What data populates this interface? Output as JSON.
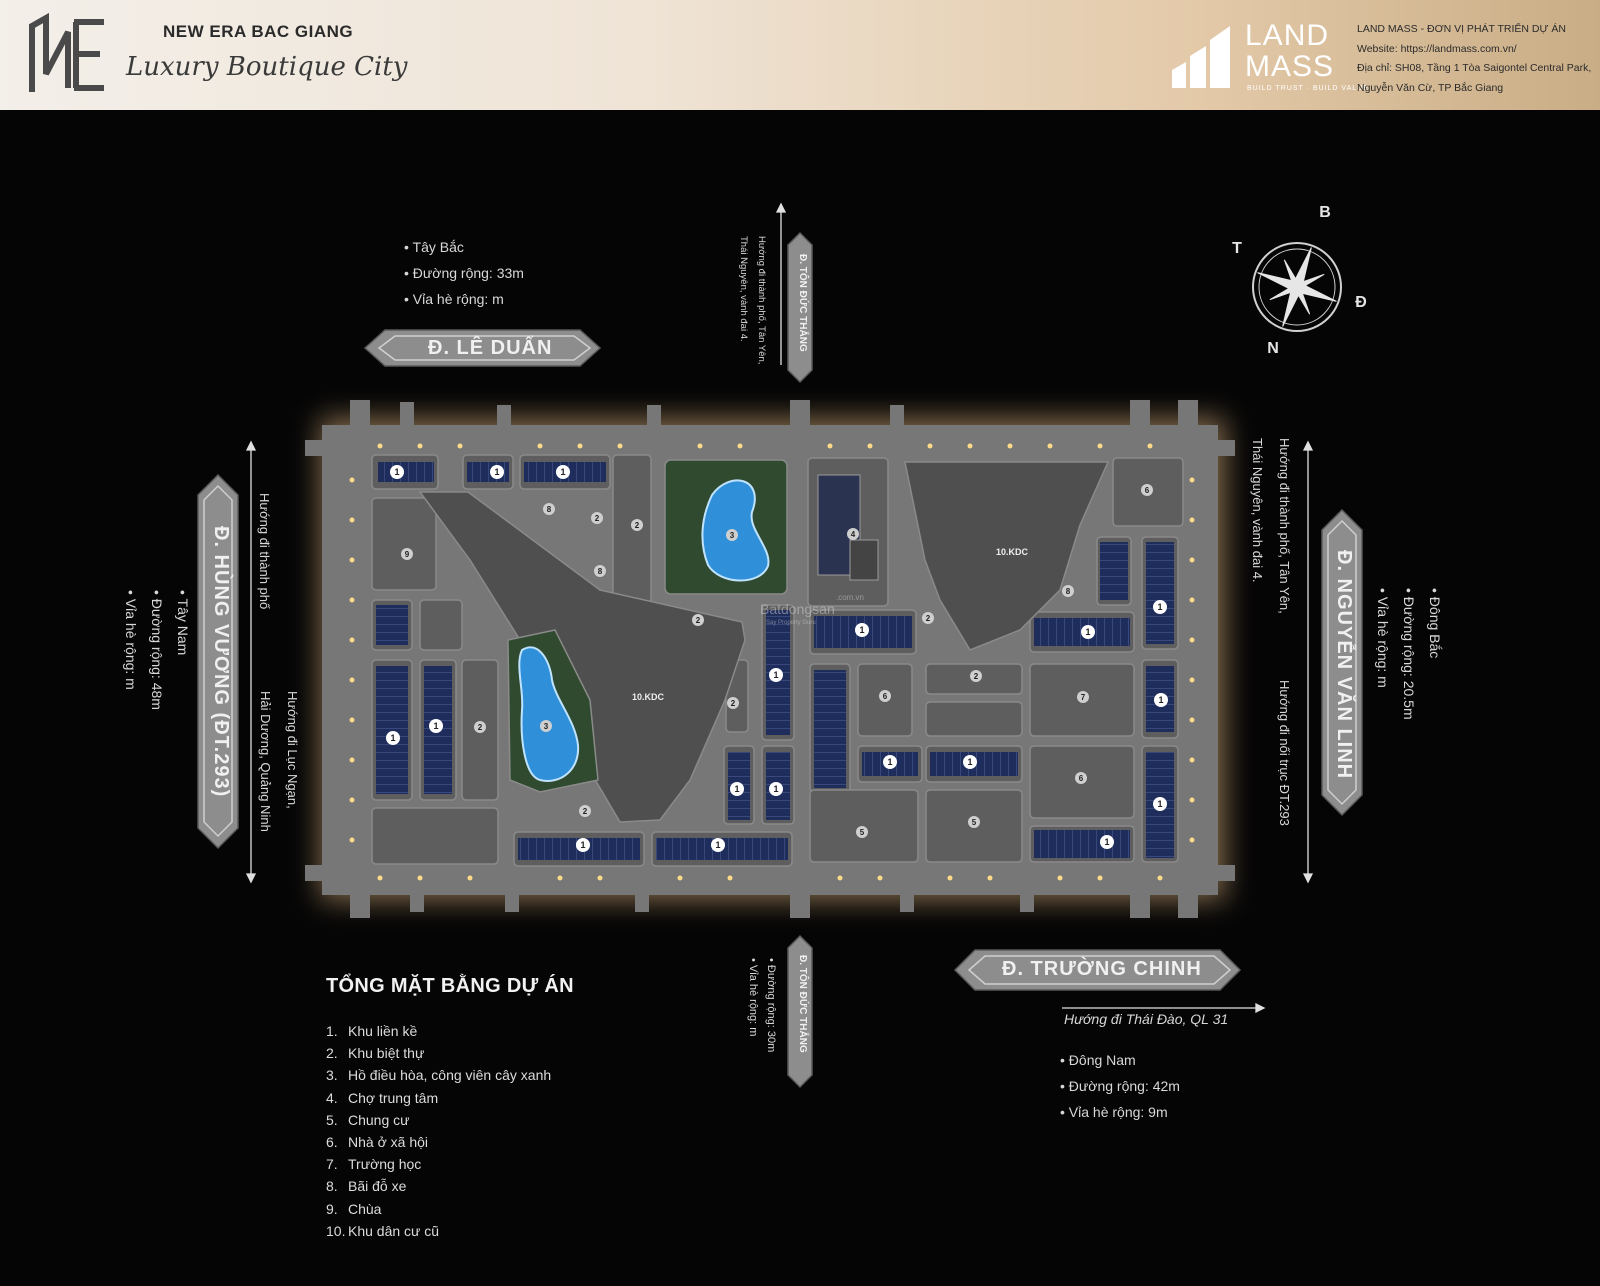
{
  "header": {
    "brand_title": "NEW ERA BAC GIANG",
    "brand_subtitle": "Luxury Boutique City",
    "developer_logo_line1": "LAND",
    "developer_logo_line2": "MASS",
    "developer_logo_tagline": "BUILD TRUST · BUILD VALUE",
    "info_lines": [
      "LAND MASS - ĐƠN VỊ PHÁT TRIỂN DỰ ÁN",
      "Website: https://landmass.com.vn/",
      "Địa chỉ: SH08, Tầng 1 Tòa Saigontel Central Park,",
      "Nguyễn Văn Cừ, TP Bắc Giang"
    ]
  },
  "roads": {
    "le_duan": {
      "label": "Đ. LÊ DUẨN",
      "notes": [
        "• Tây Bắc",
        "• Đường rộng: 33m",
        "• Vỉa hè rộng:  m"
      ]
    },
    "ton_duc_thang_top": {
      "label": "Đ. TÔN ĐỨC THẮNG",
      "direction_lines": [
        "Hướng đi thành phố, Tân Yên,",
        "Thái Nguyên, vành đai 4."
      ]
    },
    "ton_duc_thang_bottom": {
      "label": "Đ. TÔN ĐỨC THẮNG",
      "notes": [
        "• Đường rộng: 30m",
        "• Vỉa hè rộng:  m"
      ]
    },
    "hung_vuong": {
      "label": "Đ. HÙNG VƯƠNG (ĐT.293)",
      "notes": [
        "• Tây Nam",
        "• Đường rộng: 48m",
        "• Vỉa hè rộng:  m"
      ],
      "direction_top": "Hướng đi thành phố",
      "direction_bottom_lines": [
        "Hướng đi Lục Ngạn,",
        "Hải Dương, Quảng Ninh"
      ]
    },
    "nguyen_van_linh": {
      "label": "Đ. NGUYỄN VĂN LINH",
      "notes": [
        "• Đông Bắc",
        "• Đường rộng: 20.5m",
        "• Vỉa hè rộng:  m"
      ],
      "direction_top_lines": [
        "Hướng đi thành phố, Tân Yên,",
        "Thái Nguyên, vành đai 4."
      ],
      "direction_bottom": "Hướng đi nối trục ĐT.293"
    },
    "truong_chinh": {
      "label": "Đ. TRƯỜNG CHINH",
      "direction": "Hướng đi Thái Đào, QL 31",
      "notes": [
        "• Đông Nam",
        "• Đường rộng: 42m",
        "• Vỉa hè rộng: 9m"
      ]
    }
  },
  "compass": {
    "n": "B",
    "e": "Đ",
    "s": "N",
    "w": "T"
  },
  "map_labels": {
    "zone_kdc": "10.KDC",
    "watermark": "Batdongsan",
    "watermark_sub": "Say Property Guru",
    "watermark_top": ".com.vn"
  },
  "legend": {
    "title": "TỔNG MẶT BẰNG DỰ ÁN",
    "items": [
      {
        "num": "1.",
        "text": "Khu liền kề"
      },
      {
        "num": "2.",
        "text": "Khu biệt thự"
      },
      {
        "num": "3.",
        "text": "Hồ điều hòa, công viên cây xanh"
      },
      {
        "num": "4.",
        "text": "Chợ trung tâm"
      },
      {
        "num": "5.",
        "text": "Chung cư"
      },
      {
        "num": "6.",
        "text": "Nhà ở xã hội"
      },
      {
        "num": "7.",
        "text": "Trường học"
      },
      {
        "num": "8.",
        "text": "Bãi đỗ xe"
      },
      {
        "num": "9.",
        "text": "Chùa"
      },
      {
        "num": "10.",
        "text": "Khu dân cư cũ"
      }
    ]
  },
  "colors": {
    "background": "#050505",
    "road": "#7b7b7b",
    "block": "#5c5c5c",
    "residential_blue": "#1f2d5c",
    "park_green": "#2f4a2e",
    "lake": "#2f8fd8",
    "glow": "#f3c98a",
    "lamp": "#ffd98a"
  }
}
